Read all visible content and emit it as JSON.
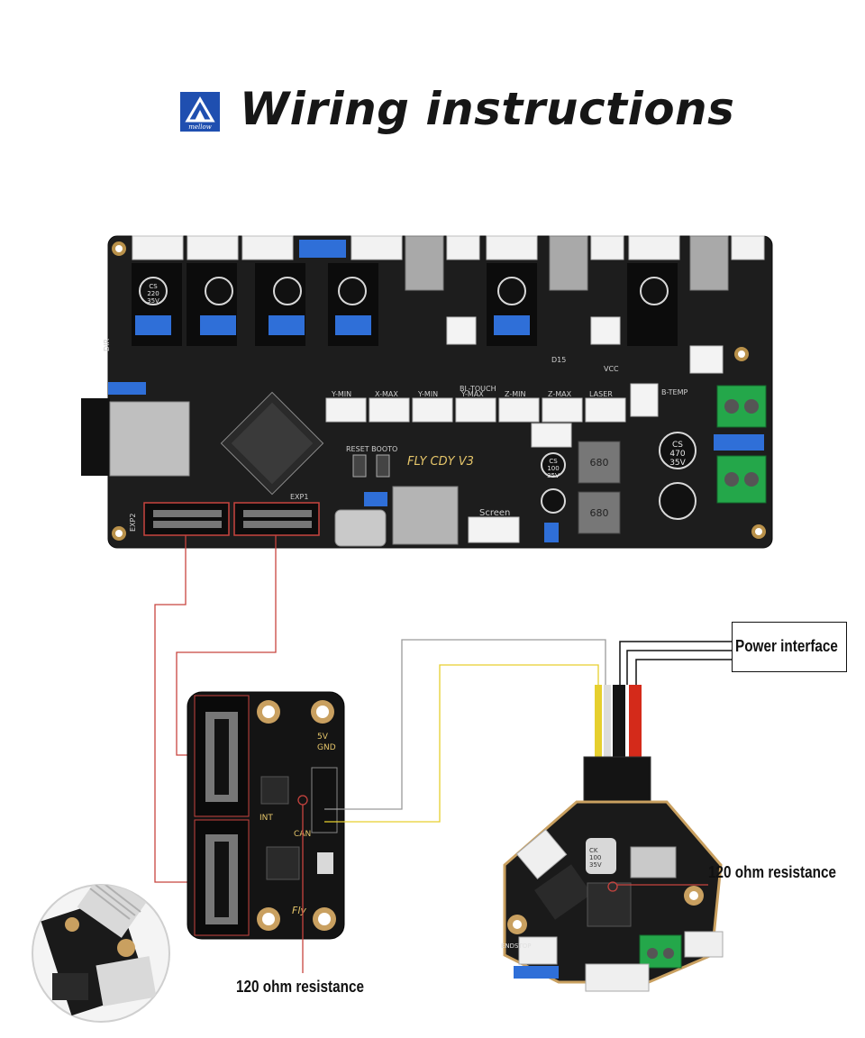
{
  "header": {
    "title": "Wiring instructions",
    "logo_text": "mellow",
    "logo_color": "#1f4fb0"
  },
  "main_board": {
    "model_label": "FLY CDY V3",
    "buttons_label": "RESET BOOTO",
    "connector_labels": [
      "Y-MIN",
      "X-MAX",
      "Y-MIN",
      "Y-MAX",
      "Z-MIN",
      "Z-MAX",
      "LASER",
      "BL-TOUCH",
      "B-TEMP",
      "Screen",
      "EXP2",
      "EXP1",
      "D15",
      "VCC",
      "DIR"
    ],
    "capacitor_small": [
      "CS",
      "220",
      "35V"
    ],
    "capacitor_large": [
      "CS",
      "470",
      "35V"
    ],
    "capacitor_mid": [
      "CS",
      "100",
      "35V"
    ],
    "inductor_label": "680",
    "color": "#1c1c1c",
    "highlight_color": "#c8443f"
  },
  "adapter_board": {
    "labels": [
      "5V",
      "GND",
      "CAN",
      "INT",
      "Fly"
    ]
  },
  "tool_board": {
    "labels": [
      "ENDSTOP",
      "CK",
      "100",
      "35V"
    ]
  },
  "callouts": {
    "power_interface": "Power interface",
    "resistance_right": "120 ohm resistance",
    "resistance_left": "120 ohm resistance"
  },
  "colors": {
    "wire_red": "#c8443f",
    "wire_yellow": "#e6cf2e",
    "wire_gray": "#9a9a9a",
    "wire_black": "#111111",
    "wire_power_red": "#d42a1a"
  }
}
